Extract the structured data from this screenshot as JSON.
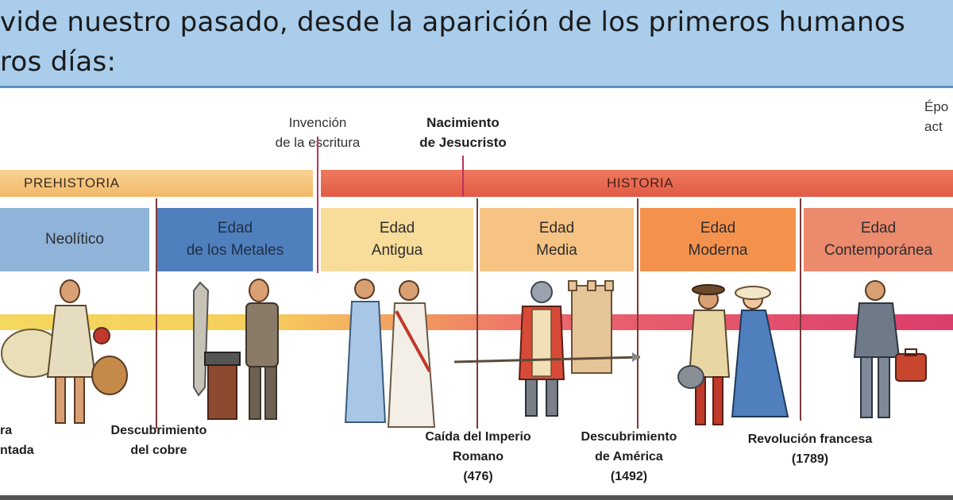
{
  "banner": {
    "line1": "vide nuestro pasado, desde la aparición de los primeros humanos",
    "line2": "ros días:"
  },
  "top_events": {
    "writing": {
      "line1": "Invención",
      "line2": "de la escritura"
    },
    "jesus": {
      "line1": "Nacimiento",
      "line2": "de Jesucristo"
    },
    "current": {
      "line1": "Épo",
      "line2": "act"
    }
  },
  "eras": {
    "prehistory": "PREHISTORIA",
    "history": "HISTORIA"
  },
  "ages": [
    {
      "line1": "Neolítico",
      "line2": ""
    },
    {
      "line1": "Edad",
      "line2": "de los Metales"
    },
    {
      "line1": "Edad",
      "line2": "Antigua"
    },
    {
      "line1": "Edad",
      "line2": "Media"
    },
    {
      "line1": "Edad",
      "line2": "Moderna"
    },
    {
      "line1": "Edad",
      "line2": "Contemporánea"
    }
  ],
  "bottom_events": {
    "agri": {
      "line1": "ra",
      "line2": "ntada"
    },
    "copper": {
      "line1": "Descubrimiento",
      "line2": "del cobre"
    },
    "rome": {
      "line1": "Caída del Imperio",
      "line2": "Romano",
      "line3": "(476)"
    },
    "america": {
      "line1": "Descubrimiento",
      "line2": "de América",
      "line3": "(1492)"
    },
    "french": {
      "line1": "Revolución francesa",
      "line2": "(1789)"
    }
  },
  "colors": {
    "banner_bg": "#a9cdeb",
    "prehistory_bar": "#f5c27a",
    "history_bar": "#e8604a",
    "neolithic": "#8fb3d9",
    "metals": "#4f7fbd",
    "ancient": "#f7dc9a",
    "medieval": "#f6c384",
    "modern": "#f4924d",
    "contemporary": "#ec8a6e",
    "timeline_band": "#e8525e",
    "marker_line": "#c03060"
  },
  "illustrations": [
    "neolithic-woman-icon",
    "metalworker-icon",
    "roman-couple-icon",
    "medieval-knight-icon",
    "castle-tower-icon",
    "renaissance-couple-icon",
    "modern-businessman-icon"
  ]
}
